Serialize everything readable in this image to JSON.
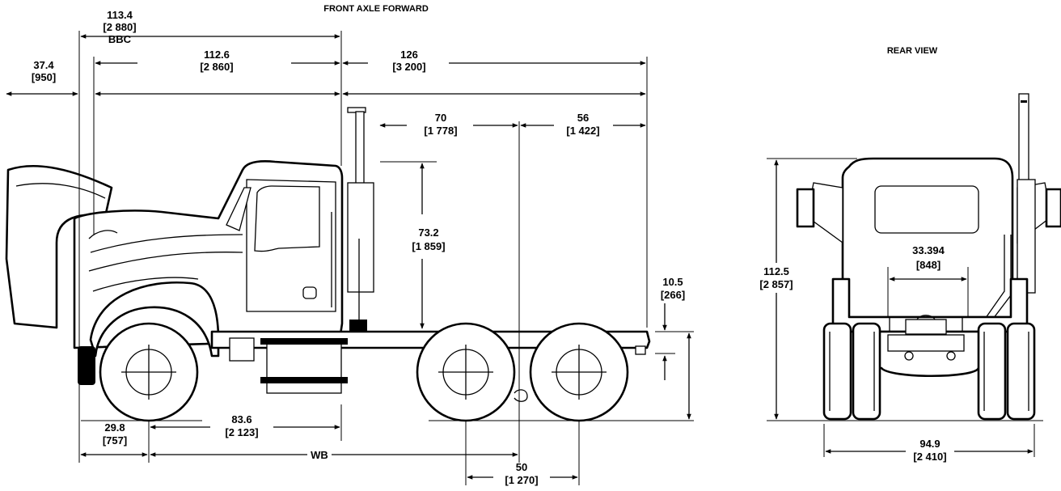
{
  "headings": {
    "front_axle_forward": "FRONT AXLE FORWARD",
    "rear_view": "REAR VIEW"
  },
  "dimensions": {
    "bbc": {
      "value": "113.4",
      "metric": "[2 880]",
      "tag": "BBC"
    },
    "front_overhang": {
      "value": "37.4",
      "metric": "[950]"
    },
    "axle_to_cab": {
      "value": "112.6",
      "metric": "[2 860]"
    },
    "cab_to_end": {
      "value": "126",
      "metric": "[3 200]"
    },
    "cab_to_tandem": {
      "value": "70",
      "metric": "[1 778]"
    },
    "tandem_to_end": {
      "value": "56",
      "metric": "[1 422]"
    },
    "stack_height": {
      "value": "73.2",
      "metric": "[1 859]"
    },
    "frame_height": {
      "value": "10.5",
      "metric": "[266]"
    },
    "bumper_to_axle": {
      "value": "29.8",
      "metric": "[757]"
    },
    "axle_to_back_of_cab": {
      "value": "83.6",
      "metric": "[2 123]"
    },
    "wheelbase": {
      "value": "WB"
    },
    "tandem_spread": {
      "value": "50",
      "metric": "[1 270]"
    },
    "overall_height": {
      "value": "112.5",
      "metric": "[2 857]"
    },
    "frame_width": {
      "value": "33.394",
      "metric": "[848]"
    },
    "overall_width": {
      "value": "94.9",
      "metric": "[2 410]"
    }
  }
}
